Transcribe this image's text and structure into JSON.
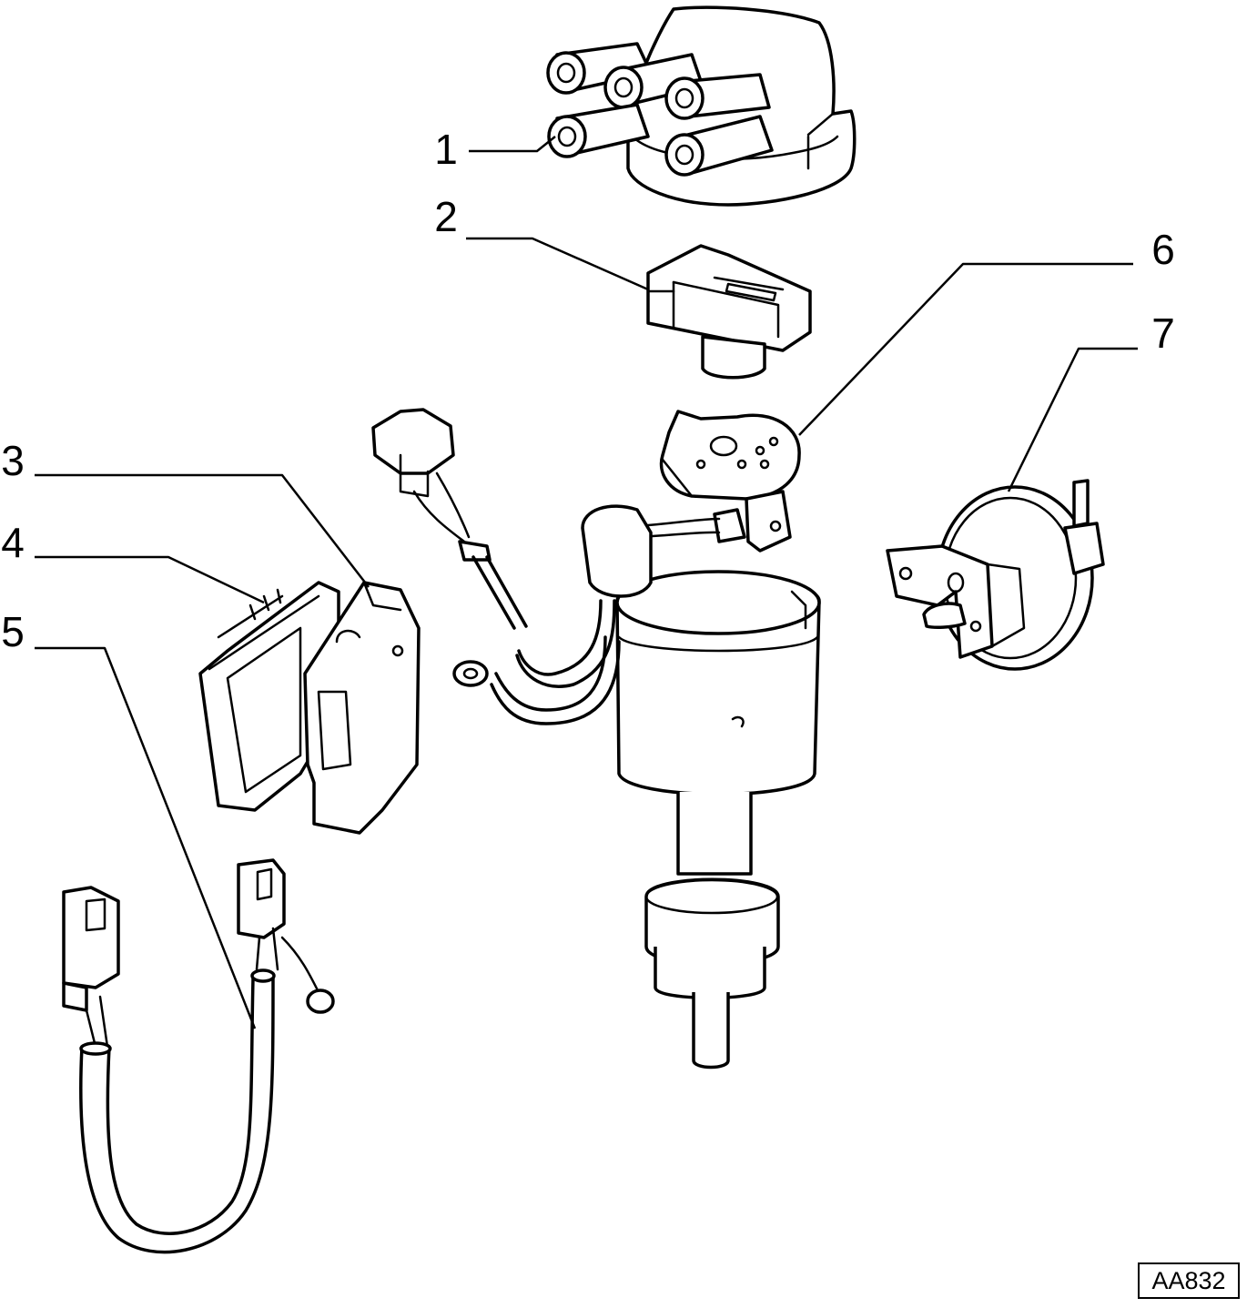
{
  "labels": {
    "c1": "1",
    "c2": "2",
    "c3": "3",
    "c4": "4",
    "c5": "5",
    "c6": "6",
    "c7": "7"
  },
  "drawing_code": "AA832"
}
